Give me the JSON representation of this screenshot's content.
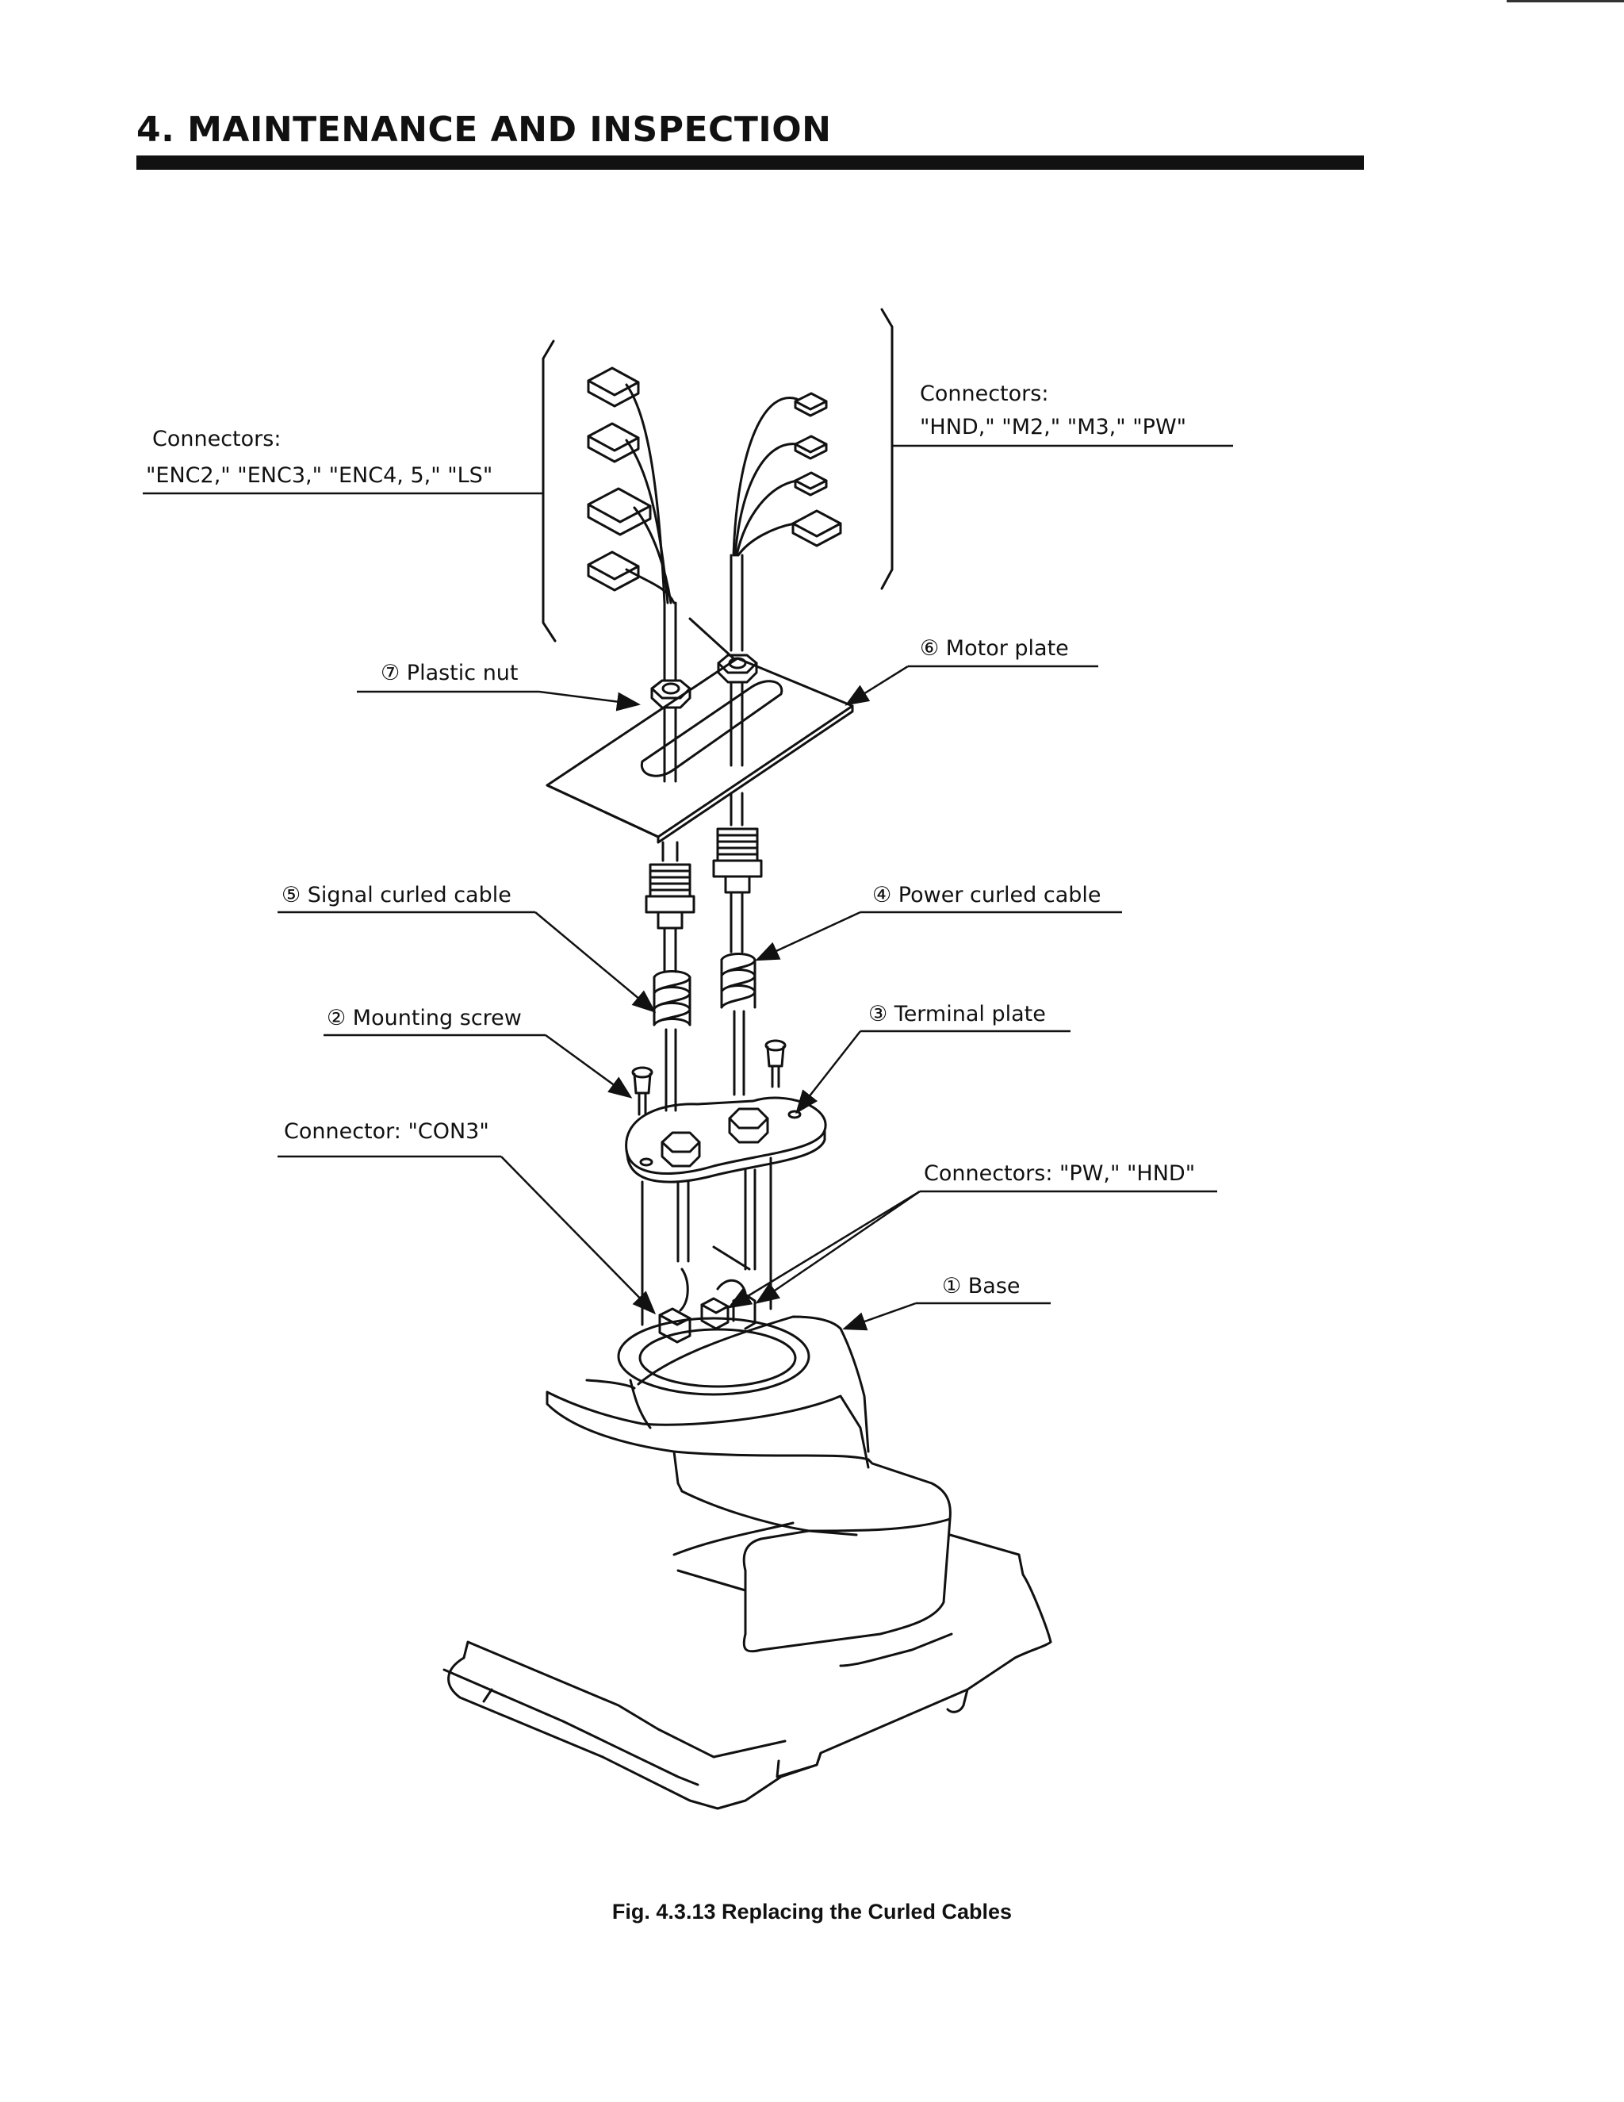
{
  "header": {
    "title": "4. MAINTENANCE AND INSPECTION"
  },
  "figure": {
    "caption": "Fig. 4.3.13 Replacing the Curled Cables",
    "labels": {
      "connectors_left_line1": "Connectors:",
      "connectors_left_line2": "\"ENC2,\" \"ENC3,\" \"ENC4, 5,\" \"LS\"",
      "connectors_right_line1": "Connectors:",
      "connectors_right_line2": "\"HND,\" \"M2,\" \"M3,\" \"PW\"",
      "plastic_nut": "⑦ Plastic nut",
      "motor_plate": "⑥ Motor plate",
      "signal_curled_cable": "⑤ Signal curled cable",
      "power_curled_cable": "④ Power curled cable",
      "mounting_screw": "② Mounting screw",
      "terminal_plate": "③ Terminal plate",
      "connector_con3": "Connector: \"CON3\"",
      "connectors_pw_hnd": "Connectors: \"PW,\" \"HND\"",
      "base": "① Base"
    }
  }
}
